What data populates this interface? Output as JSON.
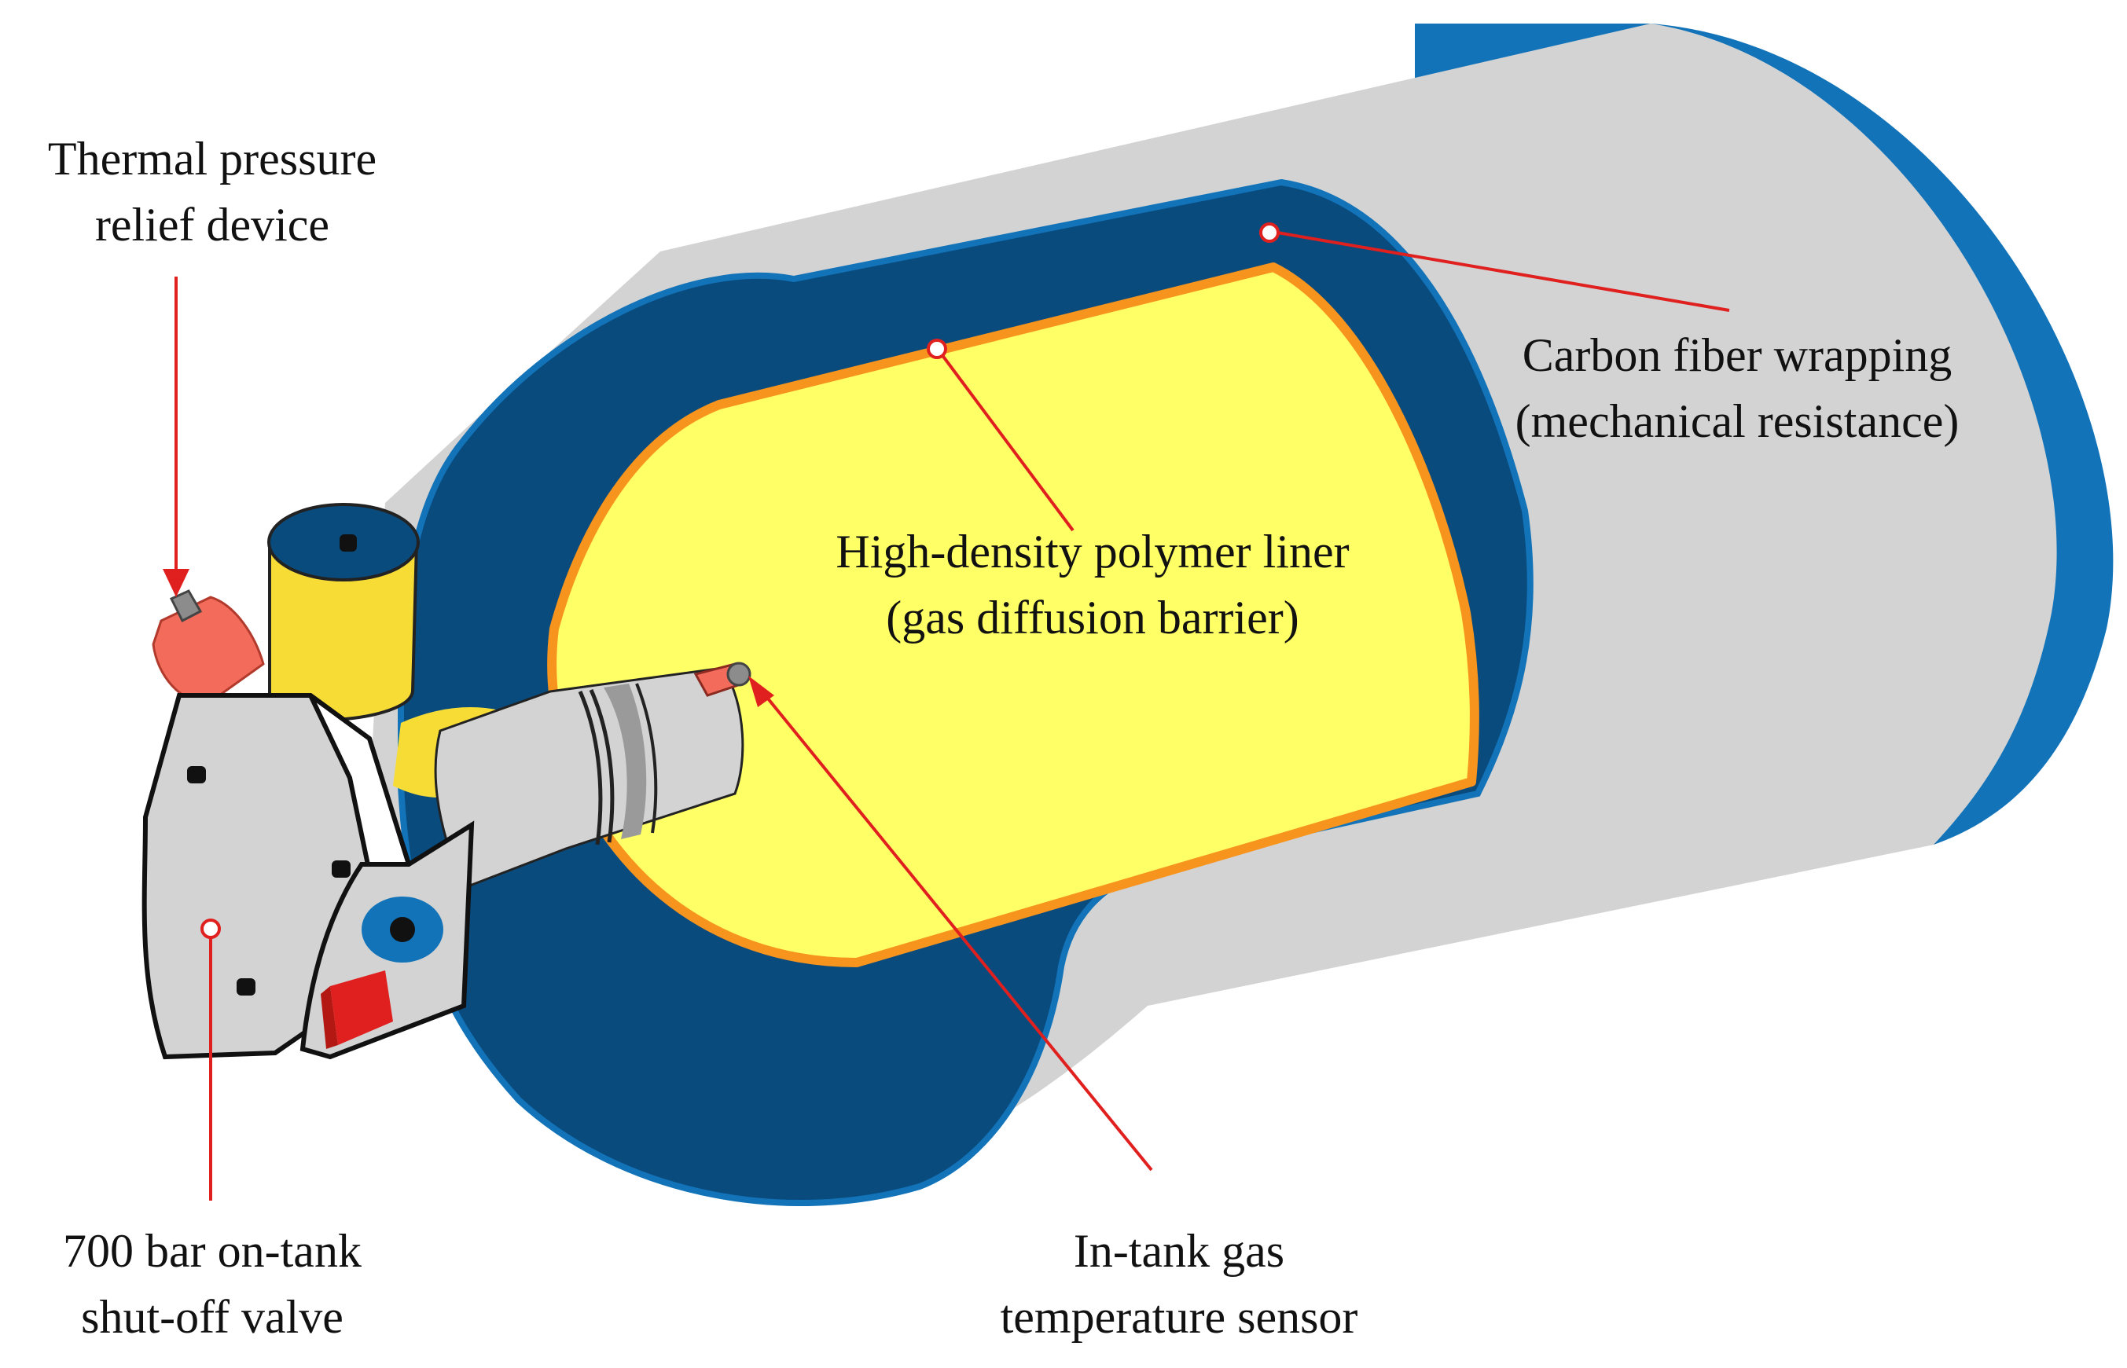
{
  "labels": {
    "tprd": {
      "line1": "Thermal pressure",
      "line2": "relief device"
    },
    "carbon": {
      "line1": "Carbon fiber wrapping",
      "line2": "(mechanical resistance)"
    },
    "liner": {
      "line1": "High-density polymer liner",
      "line2": "(gas diffusion barrier)"
    },
    "valve": {
      "line1": "700 bar on-tank",
      "line2": "shut-off valve"
    },
    "sensor": {
      "line1": "In-tank gas",
      "line2": "temperature sensor"
    }
  },
  "colors": {
    "shell": "#d3d3d3",
    "end_cap": "#1273b9",
    "carbon_layer": "#0a4b7e",
    "liner_fill": "#ffff66",
    "liner_edge": "#f7941d",
    "valve_body": "#d3d3d3",
    "tprd": "#f26b5b",
    "port": "#f7dc36",
    "leader": "#e0201f"
  },
  "icons": [
    "tprd-icon",
    "valve-body-icon",
    "port-cylinder-icon",
    "sensor-probe-icon",
    "bolt-icon"
  ]
}
